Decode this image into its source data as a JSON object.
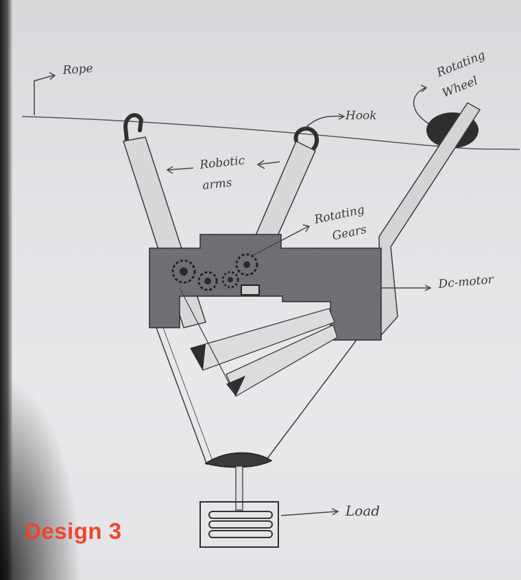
{
  "title": "Design 3",
  "labels": {
    "rope": "Rope",
    "hook": "Hook",
    "rotating_wheel_line1": "Rotating",
    "rotating_wheel_line2": "Wheel",
    "robotic_arms_line1": "Robotic",
    "robotic_arms_line2": "arms",
    "rotating_gears_line1": "Rotating",
    "rotating_gears_line2": "Gears",
    "dc_motor": "Dc-motor",
    "load": "Load"
  },
  "colors": {
    "title": "#f0452b",
    "pencil": "#3a3a3a",
    "paper": "#e6e6e9"
  }
}
